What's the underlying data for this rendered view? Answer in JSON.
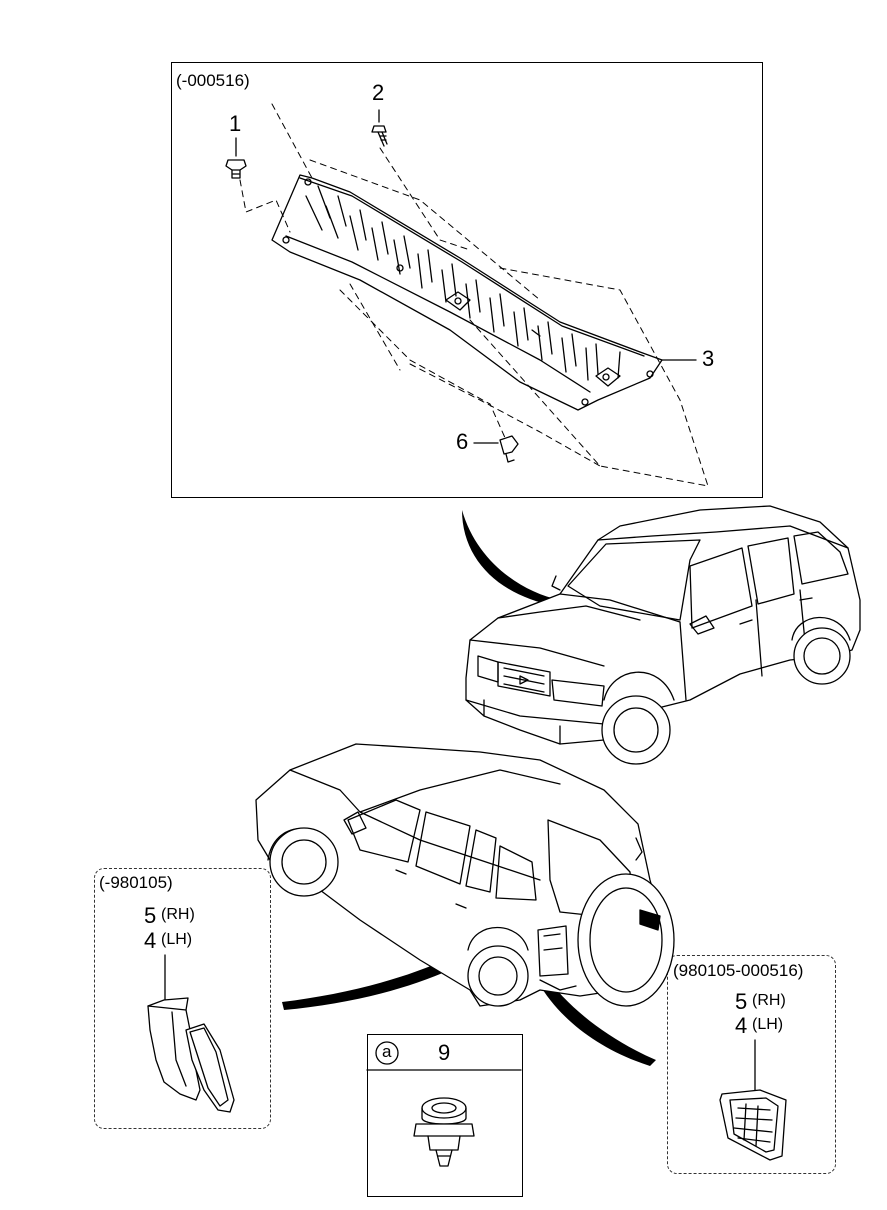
{
  "main_box": {
    "code": "(-000516)",
    "callouts": {
      "p1": "1",
      "p2": "2",
      "p3": "3",
      "p6": "6"
    }
  },
  "left_box": {
    "code": "(-980105)",
    "rh_num": "5",
    "rh_label": "(RH)",
    "lh_num": "4",
    "lh_label": "(LH)"
  },
  "right_box": {
    "code": "(980105-000516)",
    "rh_num": "5",
    "rh_label": "(RH)",
    "lh_num": "4",
    "lh_label": "(LH)"
  },
  "center_box": {
    "marker": "a",
    "part": "9"
  }
}
